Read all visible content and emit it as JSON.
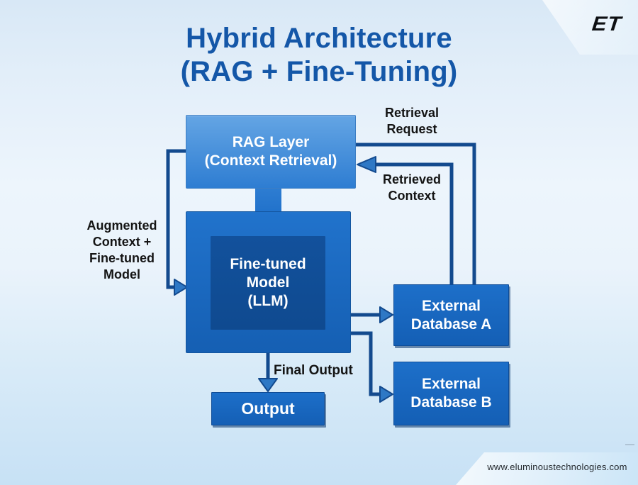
{
  "title": {
    "line1": "Hybrid Architecture",
    "line2": "(RAG + Fine-Tuning)"
  },
  "logo": {
    "text": "ET"
  },
  "nodes": {
    "rag": "RAG Layer\n(Context Retrieval)",
    "llm": "Fine-tuned\nModel\n(LLM)",
    "output": "Output",
    "db_a": "External\nDatabase A",
    "db_b": "External\nDatabase B"
  },
  "edge_labels": {
    "retrieval_request": "Retrieval\nRequest",
    "retrieved_context": "Retrieved\nContext",
    "augmented": "Augmented\nContext +\nFine-tuned\nModel",
    "final_output": "Final Output"
  },
  "footer": {
    "url": "www.eluminoustechnologies.com"
  },
  "colors": {
    "title": "#1457a8",
    "line": "#134a8e",
    "arrow_fill": "#2e78c5",
    "rag_top": "#64a5e4",
    "rag_bottom": "#2e7dd2",
    "inner_navy": "#12519c",
    "box_text": "#ffffff",
    "label_text": "#141414"
  }
}
